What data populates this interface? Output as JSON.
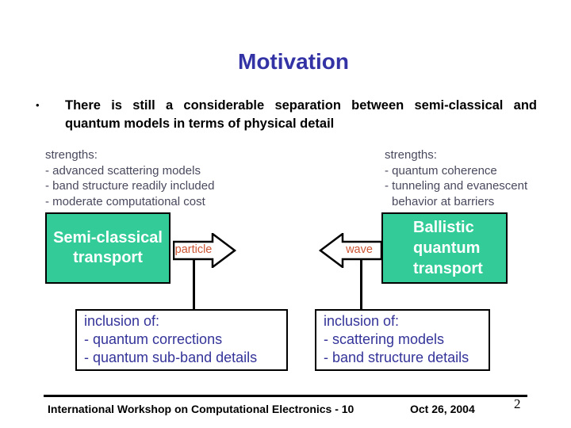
{
  "palette": {
    "title_blue": "#3333A6",
    "box_teal": "#33CC99",
    "strengths_gray": "#49495E",
    "inclusion_blue": "#333399",
    "arrow_label_orange": "#CC5533"
  },
  "slide": {
    "title": "Motivation",
    "bullet": {
      "marker": "•",
      "text": "There is still a considerable separation between semi-classical and quantum models in terms of physical detail"
    }
  },
  "semiclassical": {
    "strengths": {
      "heading": "strengths:",
      "items": [
        "- advanced scattering models",
        "- band structure readily included",
        "- moderate computational cost"
      ]
    },
    "box_lines": [
      "Semi-classical",
      "transport"
    ],
    "arrow_label": "particle",
    "inclusion": {
      "heading": "inclusion of:",
      "items": [
        "- quantum corrections",
        "- quantum sub-band details"
      ]
    }
  },
  "quantum": {
    "strengths": {
      "heading": "strengths:",
      "items": [
        "- quantum coherence",
        "- tunneling and evanescent",
        "behavior at barriers"
      ]
    },
    "box_lines": [
      "Ballistic",
      "quantum",
      "transport"
    ],
    "arrow_label": "wave",
    "inclusion": {
      "heading": "inclusion of:",
      "items": [
        "- scattering models",
        "- band structure details"
      ]
    }
  },
  "footer": {
    "conference": "International Workshop on Computational Electronics - 10",
    "date": "Oct 26, 2004",
    "page_number": "2"
  }
}
